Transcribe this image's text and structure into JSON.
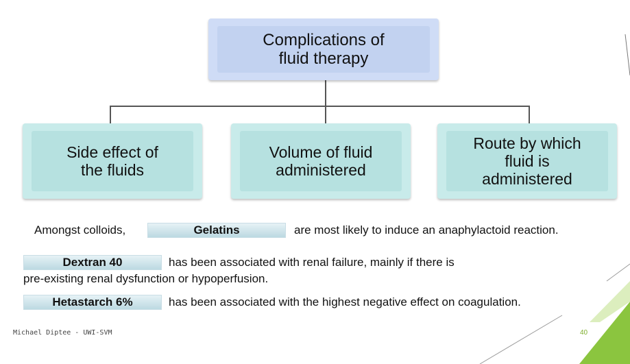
{
  "diagram": {
    "root": "Complications of\nfluid therapy",
    "children": [
      "Side effect of\nthe fluids",
      "Volume of fluid\nadministered",
      "Route by which\nfluid is\nadministered"
    ]
  },
  "lines": {
    "line1_prefix": "Amongst colloids,",
    "line1_term": "Gelatins",
    "line1_suffix": "are most likely to induce an anaphylactoid reaction.",
    "line2_term": "Dextran 40",
    "line2_suffix": "has been associated with renal failure, mainly if there is",
    "line2_cont": "pre-existing renal dysfunction or hypoperfusion.",
    "line3_term": "Hetastarch 6%",
    "line3_suffix": "has been associated with the highest negative effect on coagulation."
  },
  "footer": {
    "author": "Michael Diptee - UWI-SVM",
    "page": "40"
  },
  "colors": {
    "root_fill": "#c2d2f0",
    "child_fill": "#b6e1e0",
    "accent_green": "#7fae2e"
  }
}
